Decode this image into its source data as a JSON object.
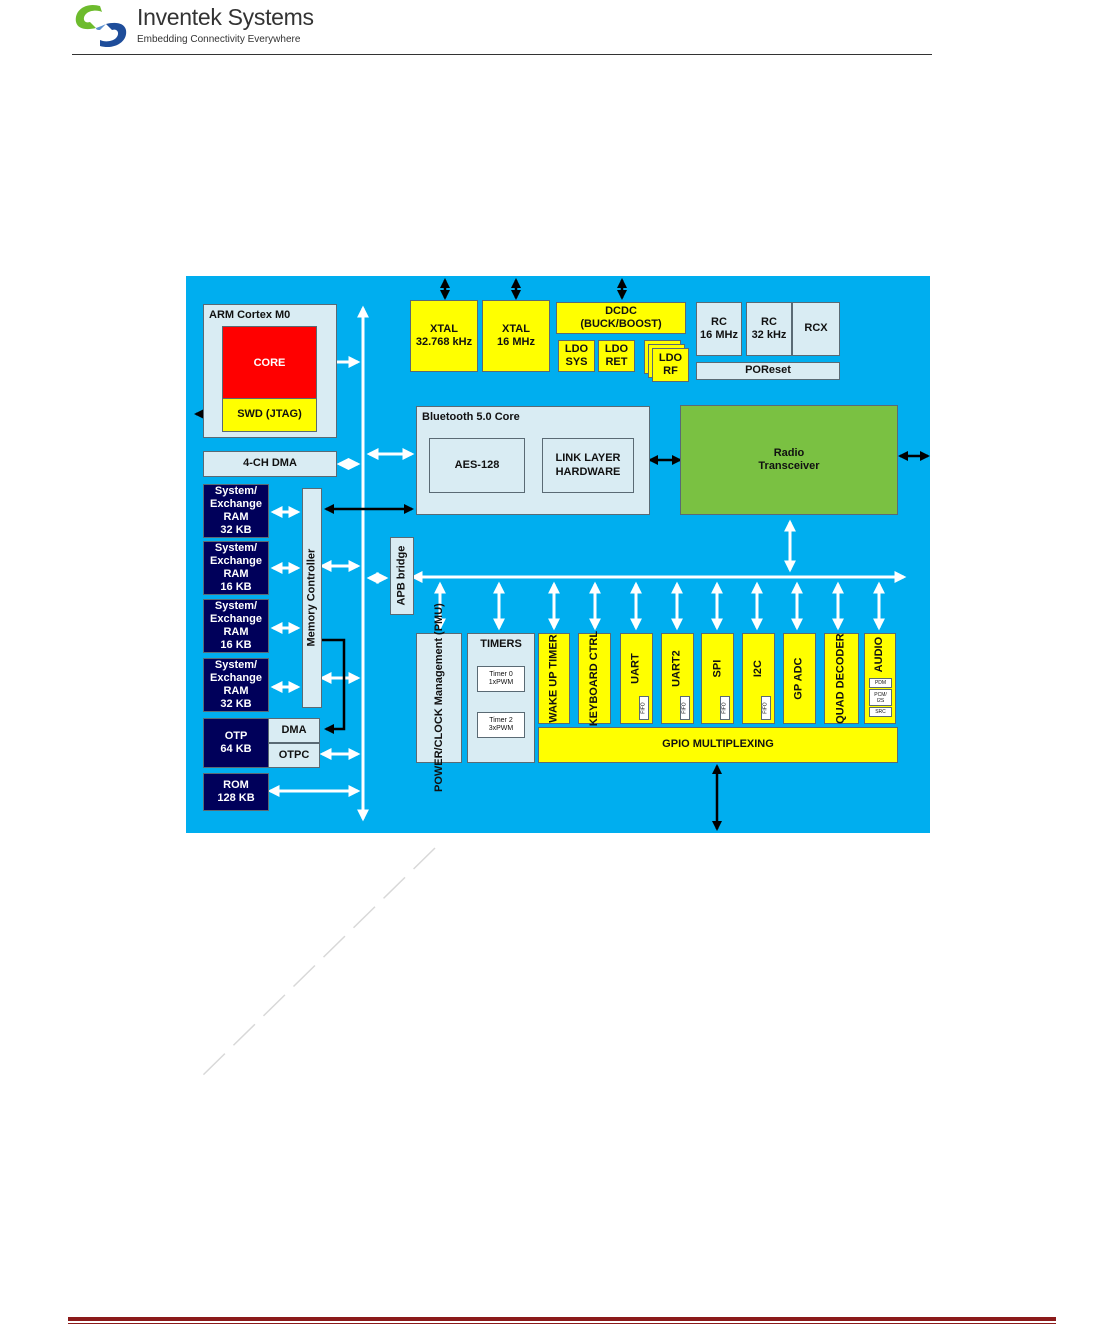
{
  "header": {
    "company": "Inventek Systems",
    "tagline": "Embedding Connectivity Everywhere"
  },
  "diagram": {
    "arm_cortex": "ARM Cortex M0",
    "core": "CORE",
    "swd": "SWD (JTAG)",
    "dma4": "4-CH DMA",
    "ram1": "System/\nExchange\nRAM\n32 KB",
    "ram2": "System/\nExchange\nRAM\n16 KB",
    "ram3": "System/\nExchange\nRAM\n16 KB",
    "ram4": "System/\nExchange\nRAM\n32 KB",
    "otp": "OTP\n64 KB",
    "otp_dma": "DMA",
    "otpc": "OTPC",
    "rom": "ROM\n128 KB",
    "memory_controller": "Memory Controller",
    "apb_bridge": "APB bridge",
    "xtal1": "XTAL\n32.768 kHz",
    "xtal2": "XTAL\n16 MHz",
    "dcdc": "DCDC\n(BUCK/BOOST)",
    "ldo_sys": "LDO\nSYS",
    "ldo_ret": "LDO\nRET",
    "ldo_rf": "LDO\nRF",
    "rc16": "RC\n16 MHz",
    "rc32": "RC\n32 kHz",
    "rcx": "RCX",
    "poreset": "POReset",
    "bt_core": "Bluetooth 5.0 Core",
    "aes": "AES-128",
    "link_layer": "LINK LAYER\nHARDWARE",
    "radio": "Radio\nTransceiver",
    "pmu": "POWER/CLOCK\nManagement (PMU)",
    "timers": "TIMERS",
    "timer0": "Timer 0\n1xPWM",
    "timer2": "Timer 2\n3xPWM",
    "wakeup": "WAKE UP\nTIMER",
    "keyboard": "KEYBOARD\nCTRL",
    "uart": "UART",
    "uart2": "UART2",
    "spi": "SPI",
    "i2c": "I2C",
    "gpadc": "GP ADC",
    "quad": "QUAD\nDECODER",
    "audio": "AUDIO",
    "fifo": "FIFO",
    "pdm": "PDM",
    "pcm": "PCM/\nI2S",
    "src": "SRC",
    "gpio": "GPIO MULTIPLEXING"
  },
  "colors": {
    "background": "#00aeef",
    "light_box": "#d9ecf3",
    "peripheral": "#ffff00",
    "memory": "#00005a",
    "radio": "#7ac142",
    "core": "#ff0000",
    "footer_rule": "#8b1a1a"
  }
}
